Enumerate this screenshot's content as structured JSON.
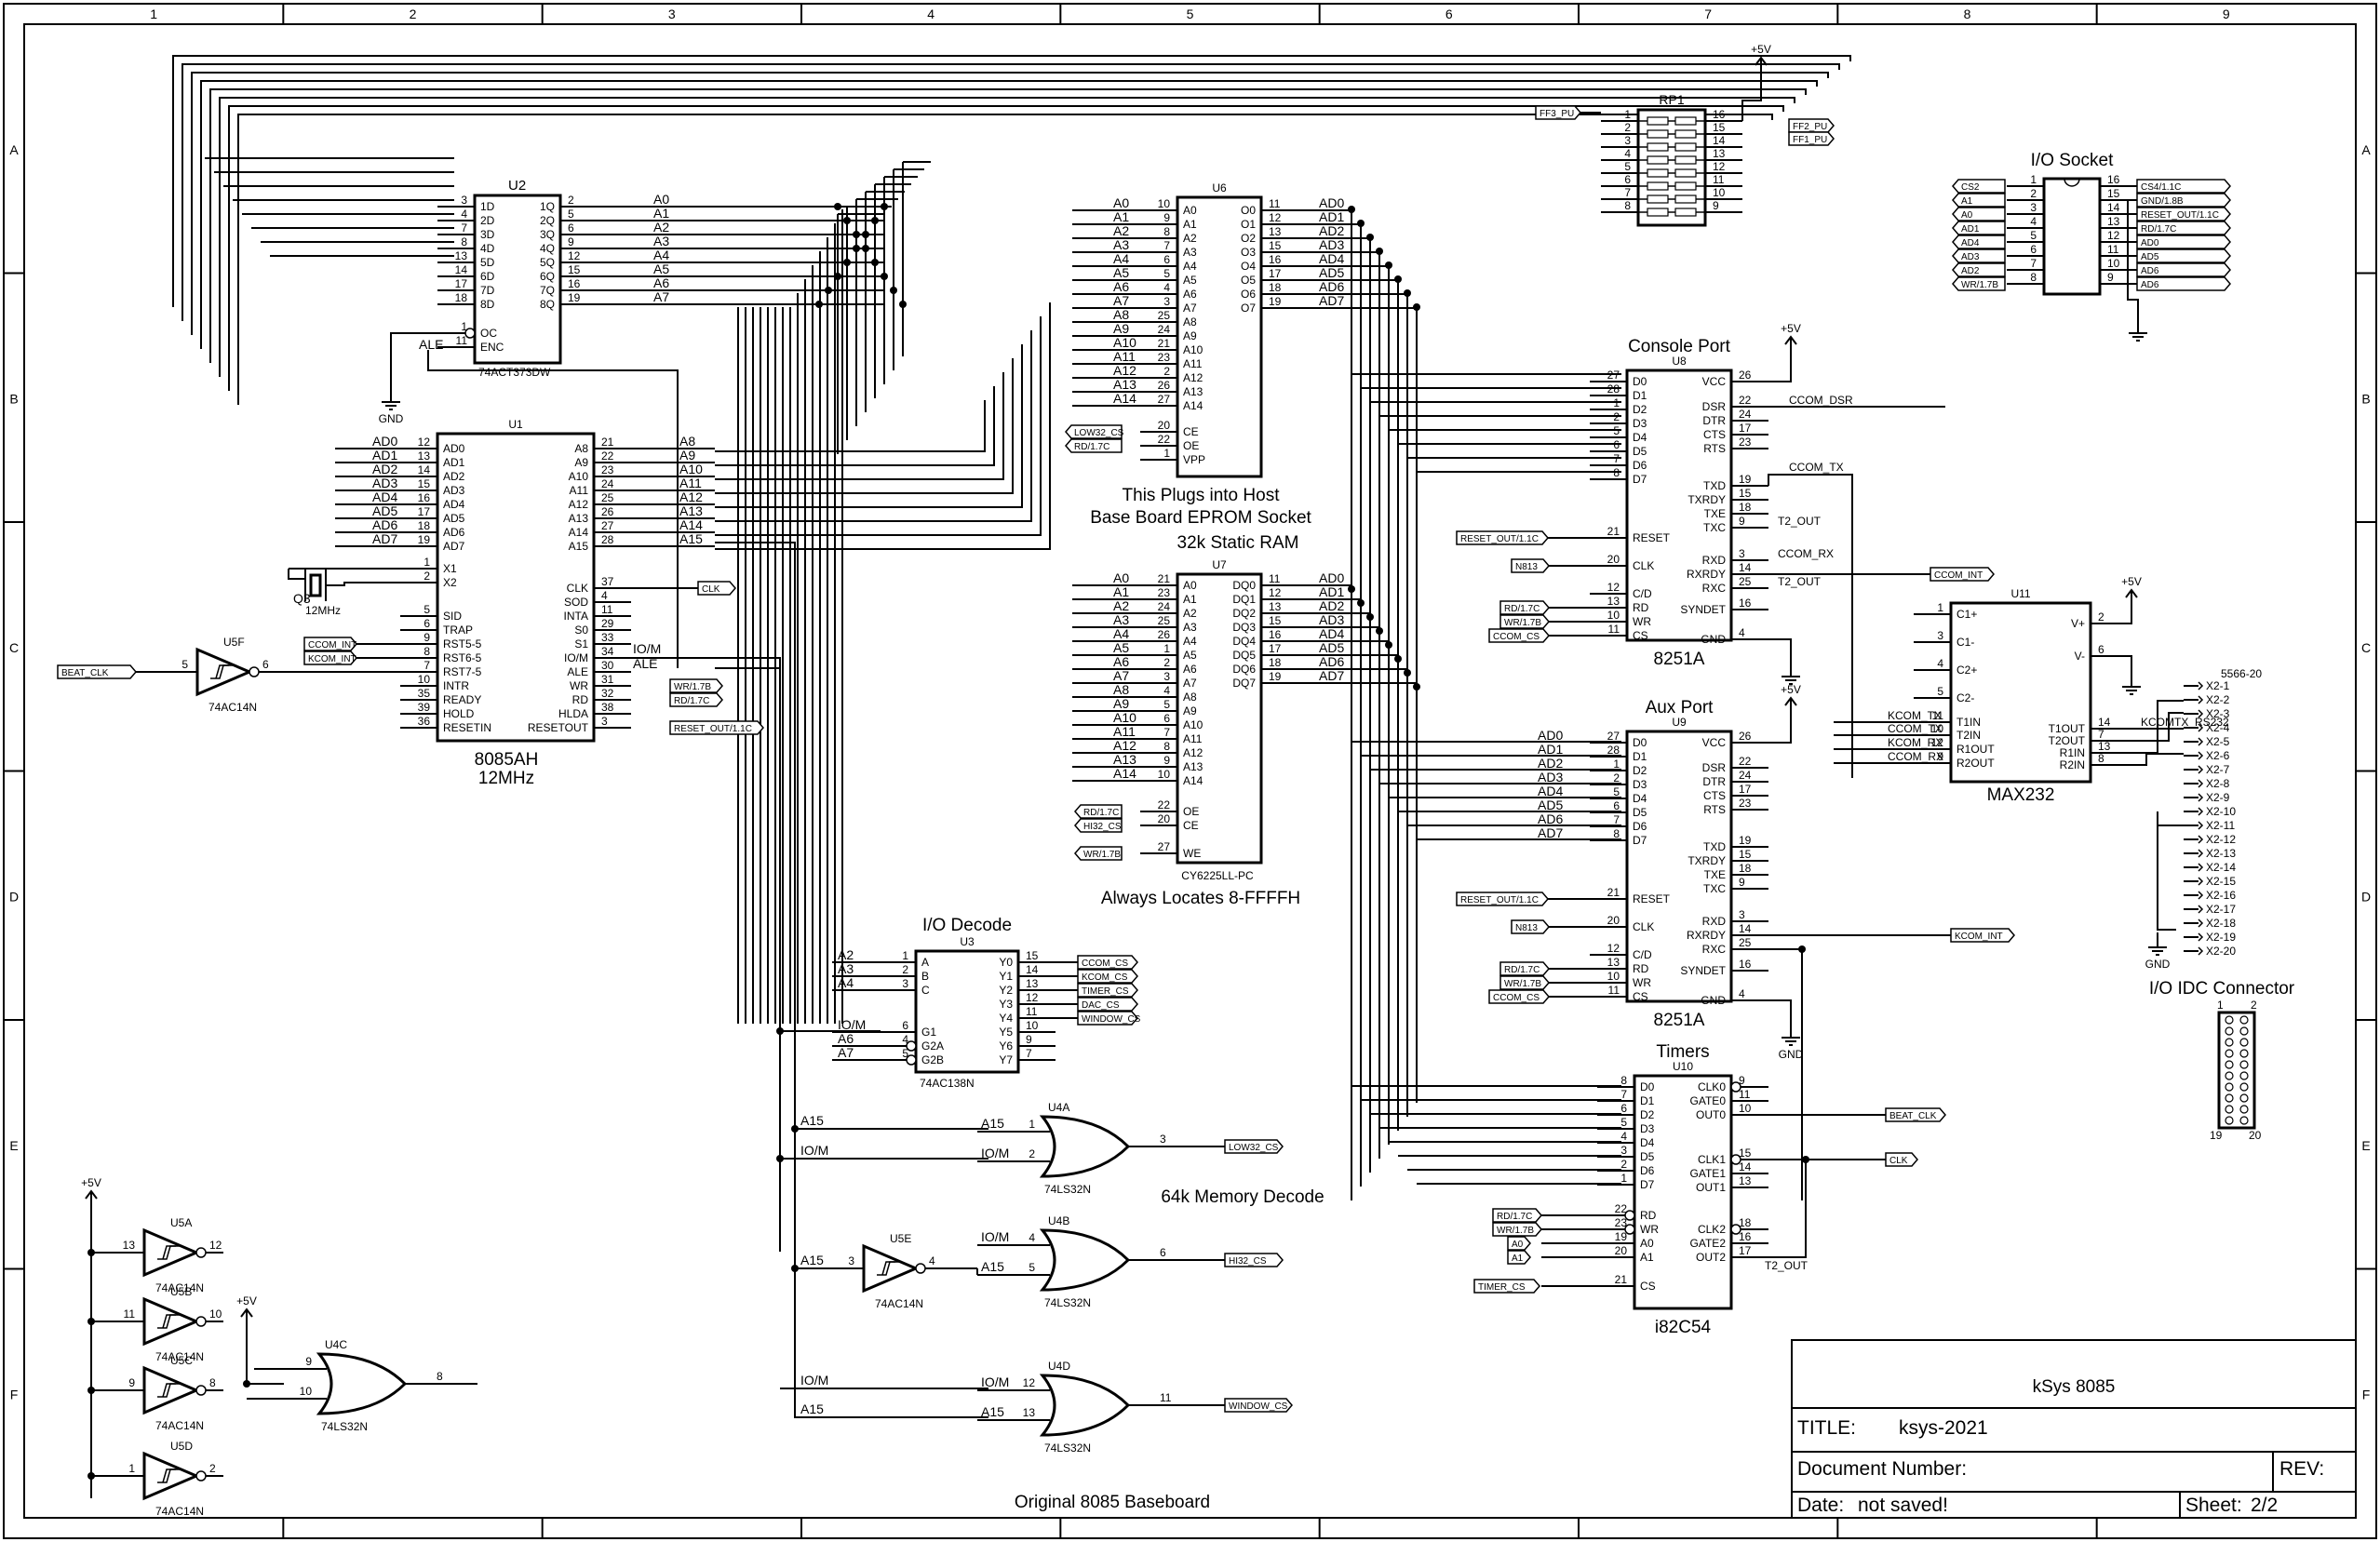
{
  "sheet": {
    "columns": [
      "1",
      "2",
      "3",
      "4",
      "5",
      "6",
      "7",
      "8",
      "9"
    ],
    "rows": [
      "A",
      "B",
      "C",
      "D",
      "E",
      "F"
    ],
    "footer_title": "Original 8085 Baseboard"
  },
  "title_block": {
    "name": "kSys 8085",
    "title_label": "TITLE:",
    "title_value": "ksys-2021",
    "doc_label": "Document Number:",
    "rev_label": "REV:",
    "date_label": "Date:",
    "date_value": "not saved!",
    "sheet_label": "Sheet:",
    "sheet_value": "2/2"
  },
  "power": {
    "vcc": "+5V",
    "gnd": "GND"
  },
  "u2": {
    "ref": "U2",
    "part": "74ACT373DW",
    "left": [
      [
        "3",
        "1D"
      ],
      [
        "4",
        "2D"
      ],
      [
        "7",
        "3D"
      ],
      [
        "8",
        "4D"
      ],
      [
        "13",
        "5D"
      ],
      [
        "14",
        "6D"
      ],
      [
        "17",
        "7D"
      ],
      [
        "18",
        "8D"
      ]
    ],
    "right": [
      [
        "2",
        "1Q"
      ],
      [
        "5",
        "2Q"
      ],
      [
        "6",
        "3Q"
      ],
      [
        "9",
        "4Q"
      ],
      [
        "12",
        "5Q"
      ],
      [
        "15",
        "6Q"
      ],
      [
        "16",
        "7Q"
      ],
      [
        "19",
        "8Q"
      ]
    ],
    "ctrl": [
      [
        "1",
        "OC"
      ],
      [
        "11",
        "ENC"
      ]
    ],
    "outputs": [
      "A0",
      "A1",
      "A2",
      "A3",
      "A4",
      "A5",
      "A6",
      "A7"
    ],
    "ale": "ALE"
  },
  "u1": {
    "ref": "U1",
    "part": "8085AH",
    "speed": "12MHz",
    "ad_left": [
      [
        "12",
        "AD0"
      ],
      [
        "13",
        "AD1"
      ],
      [
        "14",
        "AD2"
      ],
      [
        "15",
        "AD3"
      ],
      [
        "16",
        "AD4"
      ],
      [
        "17",
        "AD5"
      ],
      [
        "18",
        "AD6"
      ],
      [
        "19",
        "AD7"
      ]
    ],
    "a_right": [
      [
        "21",
        "A8"
      ],
      [
        "22",
        "A9"
      ],
      [
        "23",
        "A10"
      ],
      [
        "24",
        "A11"
      ],
      [
        "25",
        "A12"
      ],
      [
        "26",
        "A13"
      ],
      [
        "27",
        "A14"
      ],
      [
        "28",
        "A15"
      ]
    ],
    "nets_left": [
      "AD0",
      "AD1",
      "AD2",
      "AD3",
      "AD4",
      "AD5",
      "AD6",
      "AD7"
    ],
    "nets_right": [
      "A8",
      "A9",
      "A10",
      "A11",
      "A12",
      "A13",
      "A14",
      "A15"
    ],
    "left_misc": [
      [
        "1",
        "X1"
      ],
      [
        "2",
        "X2"
      ],
      [
        "5",
        "SID"
      ],
      [
        "6",
        "TRAP"
      ],
      [
        "9",
        "RST5-5"
      ],
      [
        "8",
        "RST6-5"
      ],
      [
        "7",
        "RST7-5"
      ],
      [
        "10",
        "INTR"
      ],
      [
        "35",
        "READY"
      ],
      [
        "39",
        "HOLD"
      ],
      [
        "36",
        "RESETIN"
      ]
    ],
    "right_misc": [
      [
        "37",
        "CLK"
      ],
      [
        "4",
        "SOD"
      ],
      [
        "11",
        "INTA"
      ],
      [
        "29",
        "S0"
      ],
      [
        "33",
        "S1"
      ],
      [
        "34",
        "IO/M"
      ],
      [
        "30",
        "ALE"
      ],
      [
        "31",
        "WR"
      ],
      [
        "32",
        "RD"
      ],
      [
        "38",
        "HLDA"
      ],
      [
        "3",
        "RESETOUT"
      ]
    ],
    "crystal_ref": "Q3",
    "crystal_freq": "12MHz",
    "io_m_net": "IO/M",
    "ale_net": "ALE"
  },
  "u6": {
    "ref": "U6",
    "addr": [
      [
        "10",
        "A0"
      ],
      [
        "9",
        "A1"
      ],
      [
        "8",
        "A2"
      ],
      [
        "7",
        "A3"
      ],
      [
        "6",
        "A4"
      ],
      [
        "5",
        "A5"
      ],
      [
        "4",
        "A6"
      ],
      [
        "3",
        "A7"
      ],
      [
        "25",
        "A8"
      ],
      [
        "24",
        "A9"
      ],
      [
        "21",
        "A10"
      ],
      [
        "23",
        "A11"
      ],
      [
        "2",
        "A12"
      ],
      [
        "26",
        "A13"
      ],
      [
        "27",
        "A14"
      ]
    ],
    "data": [
      [
        "11",
        "O0"
      ],
      [
        "12",
        "O1"
      ],
      [
        "13",
        "O2"
      ],
      [
        "15",
        "O3"
      ],
      [
        "16",
        "O4"
      ],
      [
        "17",
        "O5"
      ],
      [
        "18",
        "O6"
      ],
      [
        "19",
        "O7"
      ]
    ],
    "ctrl": [
      [
        "20",
        "CE"
      ],
      [
        "22",
        "OE"
      ],
      [
        "1",
        "VPP"
      ]
    ],
    "addr_nets": [
      "A0",
      "A1",
      "A2",
      "A3",
      "A4",
      "A5",
      "A6",
      "A7",
      "A8",
      "A9",
      "A10",
      "A11",
      "A12",
      "A13",
      "A14"
    ],
    "data_nets": [
      "AD0",
      "AD1",
      "AD2",
      "AD3",
      "AD4",
      "AD5",
      "AD6",
      "AD7"
    ],
    "caption1": "This Plugs into Host",
    "caption2": "Base Board EPROM Socket"
  },
  "u7": {
    "ref": "U7",
    "part": "CY6225LL-PC",
    "title": "32k Static RAM",
    "caption": "Always Locates 8-FFFFH",
    "addr": [
      [
        "21",
        "A0"
      ],
      [
        "23",
        "A1"
      ],
      [
        "24",
        "A2"
      ],
      [
        "25",
        "A3"
      ],
      [
        "26",
        "A4"
      ],
      [
        "1",
        "A5"
      ],
      [
        "2",
        "A6"
      ],
      [
        "3",
        "A7"
      ],
      [
        "4",
        "A8"
      ],
      [
        "5",
        "A9"
      ],
      [
        "6",
        "A10"
      ],
      [
        "7",
        "A11"
      ],
      [
        "8",
        "A12"
      ],
      [
        "9",
        "A13"
      ],
      [
        "10",
        "A14"
      ]
    ],
    "data": [
      [
        "11",
        "DQ0"
      ],
      [
        "12",
        "DQ1"
      ],
      [
        "13",
        "DQ2"
      ],
      [
        "15",
        "DQ3"
      ],
      [
        "16",
        "DQ4"
      ],
      [
        "17",
        "DQ5"
      ],
      [
        "18",
        "DQ6"
      ],
      [
        "19",
        "DQ7"
      ]
    ],
    "ctrl": [
      [
        "22",
        "OE"
      ],
      [
        "20",
        "CE"
      ],
      [
        "27",
        "WE"
      ]
    ],
    "addr_nets": [
      "A0",
      "A1",
      "A2",
      "A3",
      "A4",
      "A5",
      "A6",
      "A7",
      "A8",
      "A9",
      "A10",
      "A11",
      "A12",
      "A13",
      "A14"
    ],
    "data_nets": [
      "AD0",
      "AD1",
      "AD2",
      "AD3",
      "AD4",
      "AD5",
      "AD6",
      "AD7"
    ]
  },
  "u3": {
    "ref": "U3",
    "part": "74AC138N",
    "title": "I/O Decode",
    "left": [
      [
        "1",
        "A"
      ],
      [
        "2",
        "B"
      ],
      [
        "3",
        "C"
      ],
      [
        "6",
        "G1"
      ],
      [
        "4",
        "G2A"
      ],
      [
        "5",
        "G2B"
      ]
    ],
    "right": [
      [
        "15",
        "Y0"
      ],
      [
        "14",
        "Y1"
      ],
      [
        "13",
        "Y2"
      ],
      [
        "12",
        "Y3"
      ],
      [
        "11",
        "Y4"
      ],
      [
        "10",
        "Y5"
      ],
      [
        "9",
        "Y6"
      ],
      [
        "7",
        "Y7"
      ]
    ],
    "nets": [
      "A2",
      "A3",
      "A4",
      "IO/M",
      "A6",
      "A7"
    ]
  },
  "rp1": {
    "ref": "RP1",
    "left": [
      "1",
      "2",
      "3",
      "4",
      "5",
      "6",
      "7",
      "8"
    ],
    "right": [
      "16",
      "15",
      "14",
      "13",
      "12",
      "11",
      "10",
      "9"
    ]
  },
  "io_socket": {
    "title": "I/O Socket",
    "left": [
      "1",
      "2",
      "3",
      "4",
      "5",
      "6",
      "7",
      "8"
    ],
    "right": [
      "16",
      "15",
      "14",
      "13",
      "12",
      "11",
      "10",
      "9"
    ],
    "left_tags": [
      "CS2",
      "A1",
      "A0",
      "AD1",
      "AD4",
      "AD3",
      "AD2",
      "WR/1.7B"
    ],
    "right_tags": [
      "CS4/1.1C",
      "GND/1.8B",
      "RESET_OUT/1.1C",
      "RD/1.7C",
      "AD0",
      "AD5",
      "AD6",
      "AD6"
    ]
  },
  "u8": {
    "ref": "U8",
    "title": "Console Port",
    "part": "8251A",
    "left": [
      [
        "27",
        "D0"
      ],
      [
        "28",
        "D1"
      ],
      [
        "1",
        "D2"
      ],
      [
        "2",
        "D3"
      ],
      [
        "5",
        "D4"
      ],
      [
        "6",
        "D5"
      ],
      [
        "7",
        "D6"
      ],
      [
        "8",
        "D7"
      ],
      [
        "21",
        "RESET"
      ],
      [
        "20",
        "CLK"
      ],
      [
        "12",
        "C/D"
      ],
      [
        "13",
        "RD"
      ],
      [
        "10",
        "WR"
      ],
      [
        "11",
        "CS"
      ]
    ],
    "right": [
      [
        "26",
        "VCC"
      ],
      [
        "22",
        "DSR"
      ],
      [
        "24",
        "DTR"
      ],
      [
        "17",
        "CTS"
      ],
      [
        "23",
        "RTS"
      ],
      [
        "19",
        "TXD"
      ],
      [
        "15",
        "TXRDY"
      ],
      [
        "18",
        "TXE"
      ],
      [
        "9",
        "TXC"
      ],
      [
        "3",
        "RXD"
      ],
      [
        "14",
        "RXRDY"
      ],
      [
        "25",
        "RXC"
      ],
      [
        "16",
        "SYNDET"
      ],
      [
        "4",
        "GND"
      ]
    ],
    "nets": [
      "CCOM_DSR",
      "CCOM_TX",
      "T2_OUT",
      "CCOM_RX",
      "T2_OUT"
    ]
  },
  "u9": {
    "ref": "U9",
    "title": "Aux Port",
    "part": "8251A",
    "left": [
      [
        "27",
        "D0"
      ],
      [
        "28",
        "D1"
      ],
      [
        "1",
        "D2"
      ],
      [
        "2",
        "D3"
      ],
      [
        "5",
        "D4"
      ],
      [
        "6",
        "D5"
      ],
      [
        "7",
        "D6"
      ],
      [
        "8",
        "D7"
      ],
      [
        "21",
        "RESET"
      ],
      [
        "20",
        "CLK"
      ],
      [
        "12",
        "C/D"
      ],
      [
        "13",
        "RD"
      ],
      [
        "10",
        "WR"
      ],
      [
        "11",
        "CS"
      ]
    ],
    "right": [
      [
        "26",
        "VCC"
      ],
      [
        "22",
        "DSR"
      ],
      [
        "24",
        "DTR"
      ],
      [
        "17",
        "CTS"
      ],
      [
        "23",
        "RTS"
      ],
      [
        "19",
        "TXD"
      ],
      [
        "15",
        "TXRDY"
      ],
      [
        "18",
        "TXE"
      ],
      [
        "9",
        "TXC"
      ],
      [
        "3",
        "RXD"
      ],
      [
        "14",
        "RXRDY"
      ],
      [
        "25",
        "RXC"
      ],
      [
        "16",
        "SYNDET"
      ],
      [
        "4",
        "GND"
      ]
    ],
    "data_nets": [
      "AD0",
      "AD1",
      "AD2",
      "AD3",
      "AD4",
      "AD5",
      "AD6",
      "AD7"
    ]
  },
  "u10": {
    "ref": "U10",
    "title": "Timers",
    "part": "i82C54",
    "left": [
      [
        "8",
        "D0"
      ],
      [
        "7",
        "D1"
      ],
      [
        "6",
        "D2"
      ],
      [
        "5",
        "D3"
      ],
      [
        "4",
        "D4"
      ],
      [
        "3",
        "D5"
      ],
      [
        "2",
        "D6"
      ],
      [
        "1",
        "D7"
      ],
      [
        "22",
        "RD"
      ],
      [
        "23",
        "WR"
      ],
      [
        "19",
        "A0"
      ],
      [
        "20",
        "A1"
      ],
      [
        "21",
        "CS"
      ]
    ],
    "right": [
      [
        "9",
        "CLK0"
      ],
      [
        "11",
        "GATE0"
      ],
      [
        "10",
        "OUT0"
      ],
      [
        "15",
        "CLK1"
      ],
      [
        "14",
        "GATE1"
      ],
      [
        "13",
        "OUT1"
      ],
      [
        "18",
        "CLK2"
      ],
      [
        "16",
        "GATE2"
      ],
      [
        "17",
        "OUT2"
      ]
    ],
    "net": "T2_OUT"
  },
  "u11": {
    "ref": "U11",
    "part": "MAX232",
    "left": [
      [
        "1",
        "C1+"
      ],
      [
        "3",
        "C1-"
      ],
      [
        "4",
        "C2+"
      ],
      [
        "5",
        "C2-"
      ],
      [
        "11",
        "T1IN"
      ],
      [
        "10",
        "T2IN"
      ],
      [
        "12",
        "R1OUT"
      ],
      [
        "9",
        "R2OUT"
      ]
    ],
    "right": [
      [
        "2",
        "V+"
      ],
      [
        "6",
        "V-"
      ],
      [
        "14",
        "T1OUT"
      ],
      [
        "7",
        "T2OUT"
      ],
      [
        "13",
        "R1IN"
      ],
      [
        "8",
        "R2IN"
      ]
    ],
    "nets": [
      "KCOM_TX",
      "CCOM_TX",
      "KCOM_RX",
      "CCOM_RX"
    ],
    "rs232_net": "KCOMTX_RS232"
  },
  "x2": {
    "part": "5566-20",
    "pins": [
      "X2-1",
      "X2-2",
      "X2-3",
      "X2-4",
      "X2-5",
      "X2-6",
      "X2-7",
      "X2-8",
      "X2-9",
      "X2-10",
      "X2-11",
      "X2-12",
      "X2-13",
      "X2-14",
      "X2-15",
      "X2-16",
      "X2-17",
      "X2-18",
      "X2-19",
      "X2-20"
    ],
    "title": "I/O IDC Connector",
    "pin_labels": [
      "1",
      "2",
      "19",
      "20"
    ]
  },
  "u4": {
    "title": "64k Memory  Decode",
    "gates": [
      {
        "ref": "U4A",
        "part": "74LS32N",
        "in": [
          [
            "1",
            "A15"
          ],
          [
            "2",
            "IO/M"
          ]
        ],
        "out": "3",
        "tag": "LOW32_CS"
      },
      {
        "ref": "U4B",
        "part": "74LS32N",
        "in": [
          [
            "4",
            "IO/M"
          ],
          [
            "5",
            "A15"
          ]
        ],
        "out": "6",
        "tag": "HI32_CS"
      },
      {
        "ref": "U4D",
        "part": "74LS32N",
        "in": [
          [
            "12",
            "IO/M"
          ],
          [
            "13",
            "A15"
          ]
        ],
        "out": "11",
        "tag": "WINDOW_CS"
      },
      {
        "ref": "U4C",
        "part": "74LS32N",
        "in": [
          [
            "9",
            ""
          ],
          [
            "10",
            ""
          ]
        ],
        "out": "8",
        "tag": ""
      }
    ],
    "nets": [
      "A15",
      "IO/M",
      "A15",
      "IO/M",
      "A15"
    ]
  },
  "u5": {
    "gates": [
      {
        "ref": "U5F",
        "part": "74AC14N",
        "in": "5",
        "out": "6"
      },
      {
        "ref": "U5E",
        "part": "74AC14N",
        "in": "3",
        "out": "4"
      },
      {
        "ref": "U5A",
        "part": "74AC14N",
        "in": "13",
        "out": "12"
      },
      {
        "ref": "U5B",
        "part": "74AC14N",
        "in": "11",
        "out": "10"
      },
      {
        "ref": "U5C",
        "part": "74AC14N",
        "in": "9",
        "out": "8"
      },
      {
        "ref": "U5D",
        "part": "74AC14N",
        "in": "1",
        "out": "2"
      }
    ]
  },
  "tags": {
    "beat_clk": "BEAT_CLK",
    "ccom_int": "CCOM_INT",
    "kcom_int": "KCOM_INT",
    "clk": "CLK",
    "wr": "WR/1.7B",
    "rd": "RD/1.7C",
    "reset_out": "RESET_OUT/1.1C",
    "low32_cs": "LOW32_CS",
    "hi32_cs": "HI32_CS",
    "ccom_cs": "CCOM_CS",
    "kcom_cs": "KCOM_CS",
    "timer_cs": "TIMER_CS",
    "dac_cs": "DAC_CS",
    "window_cs": "WINDOW_CS",
    "n813": "N813",
    "ff3_pu": "FF3_PU",
    "ff2_pu": "FF2_PU",
    "ff1_pu": "FF1_PU",
    "a0": "A0",
    "a1": "A1"
  }
}
